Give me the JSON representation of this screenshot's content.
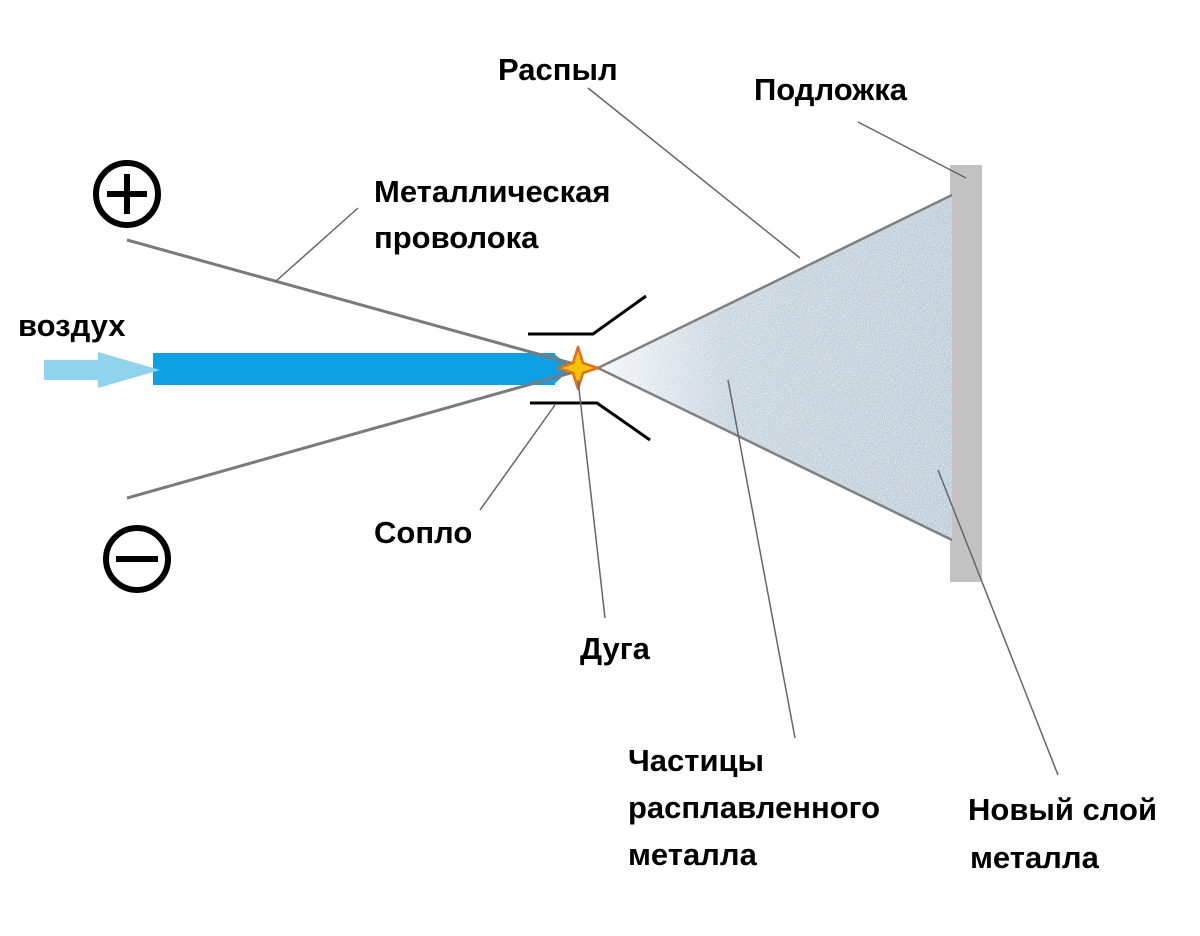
{
  "labels": {
    "spray": "Распыл",
    "substrate": "Подложка",
    "wire_line1": "Металлическая",
    "wire_line2": "проволока",
    "air": "воздух",
    "nozzle": "Сопло",
    "arc": "Дуга",
    "particles_line1": "Частицы",
    "particles_line2": "расплавленного",
    "particles_line3": "металла",
    "new_layer_line1": "Новый слой",
    "new_layer_line2": "металла"
  },
  "colors": {
    "air_jet": "#0ea0e4",
    "air_arrow": "#8fd3ee",
    "wire": "#7a7a7a",
    "substrate": "#c2c2c2",
    "new_layer": "#f2e3b3",
    "spark": "#f5c400",
    "spark_outline": "#e86a1a"
  },
  "icons": {
    "positive": "plus-circle-icon",
    "negative": "minus-circle-icon"
  }
}
